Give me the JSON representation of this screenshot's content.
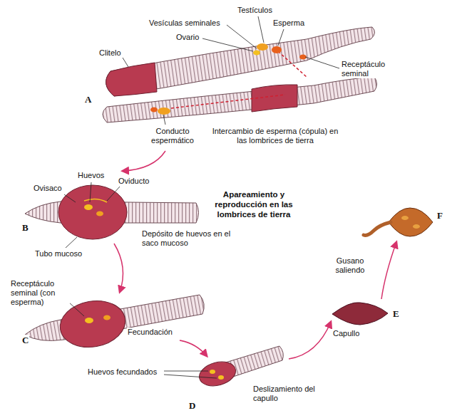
{
  "diagram": {
    "title": "Apareamiento y reproducción en las lombrices de tierra",
    "labels": [
      "Testículos",
      "Vesículas seminales",
      "Esperma",
      "Ovario",
      "Clitelo",
      "Receptáculo seminal",
      "A",
      "Conducto espermático",
      "Intercambio de esperma (cópula) en las lombrices de tierra",
      "Huevos",
      "Ovisaco",
      "Oviducto",
      "B",
      "Depósito de huevos en el saco mucoso",
      "Tubo mucoso",
      "Receptáculo seminal (con esperma)",
      "C",
      "Fecundación",
      "Huevos fecundados",
      "D",
      "Deslizamiento del capullo",
      "Capullo",
      "E",
      "Gusano saliendo",
      "F"
    ]
  }
}
